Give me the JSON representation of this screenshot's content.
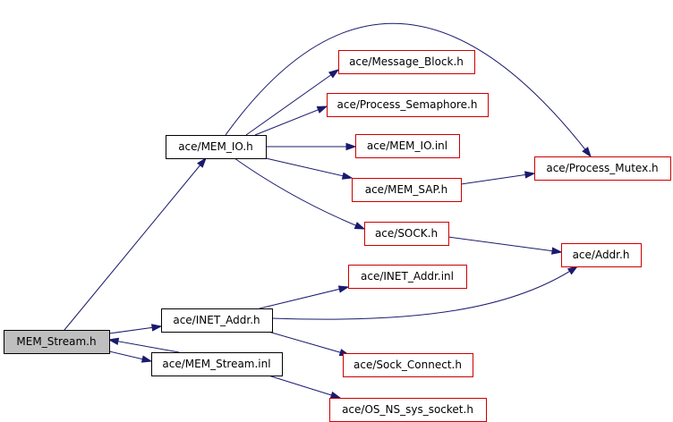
{
  "colors": {
    "root_fill": "#bfbfbf",
    "root_border": "#000000",
    "internal_border": "#000000",
    "external_border": "#cc0000",
    "node_fill": "#ffffff",
    "edge": "#1a1a6e"
  },
  "nodes": [
    {
      "id": "mem_stream_h",
      "label": "MEM_Stream.h",
      "kind": "root"
    },
    {
      "id": "mem_io_h",
      "label": "ace/MEM_IO.h",
      "kind": "internal"
    },
    {
      "id": "inet_addr_h",
      "label": "ace/INET_Addr.h",
      "kind": "internal"
    },
    {
      "id": "mem_stream_inl",
      "label": "ace/MEM_Stream.inl",
      "kind": "internal"
    },
    {
      "id": "message_block_h",
      "label": "ace/Message_Block.h",
      "kind": "external"
    },
    {
      "id": "process_semaphore_h",
      "label": "ace/Process_Semaphore.h",
      "kind": "external"
    },
    {
      "id": "mem_io_inl",
      "label": "ace/MEM_IO.inl",
      "kind": "external"
    },
    {
      "id": "mem_sap_h",
      "label": "ace/MEM_SAP.h",
      "kind": "external"
    },
    {
      "id": "sock_h",
      "label": "ace/SOCK.h",
      "kind": "external"
    },
    {
      "id": "process_mutex_h",
      "label": "ace/Process_Mutex.h",
      "kind": "external"
    },
    {
      "id": "addr_h",
      "label": "ace/Addr.h",
      "kind": "external"
    },
    {
      "id": "inet_addr_inl",
      "label": "ace/INET_Addr.inl",
      "kind": "external"
    },
    {
      "id": "sock_connect_h",
      "label": "ace/Sock_Connect.h",
      "kind": "external"
    },
    {
      "id": "os_ns_sys_socket_h",
      "label": "ace/OS_NS_sys_socket.h",
      "kind": "external"
    }
  ],
  "edges": [
    {
      "from": "mem_stream_h",
      "to": "mem_io_h"
    },
    {
      "from": "mem_stream_h",
      "to": "inet_addr_h"
    },
    {
      "from": "mem_stream_h",
      "to": "mem_stream_inl"
    },
    {
      "from": "mem_stream_inl",
      "to": "mem_stream_h"
    },
    {
      "from": "mem_stream_inl",
      "to": "os_ns_sys_socket_h"
    },
    {
      "from": "mem_io_h",
      "to": "message_block_h"
    },
    {
      "from": "mem_io_h",
      "to": "process_semaphore_h"
    },
    {
      "from": "mem_io_h",
      "to": "mem_io_inl"
    },
    {
      "from": "mem_io_h",
      "to": "mem_sap_h"
    },
    {
      "from": "mem_io_h",
      "to": "sock_h"
    },
    {
      "from": "mem_io_h",
      "to": "process_mutex_h"
    },
    {
      "from": "mem_sap_h",
      "to": "process_mutex_h"
    },
    {
      "from": "sock_h",
      "to": "addr_h"
    },
    {
      "from": "inet_addr_h",
      "to": "inet_addr_inl"
    },
    {
      "from": "inet_addr_h",
      "to": "addr_h"
    },
    {
      "from": "inet_addr_h",
      "to": "sock_connect_h"
    }
  ]
}
